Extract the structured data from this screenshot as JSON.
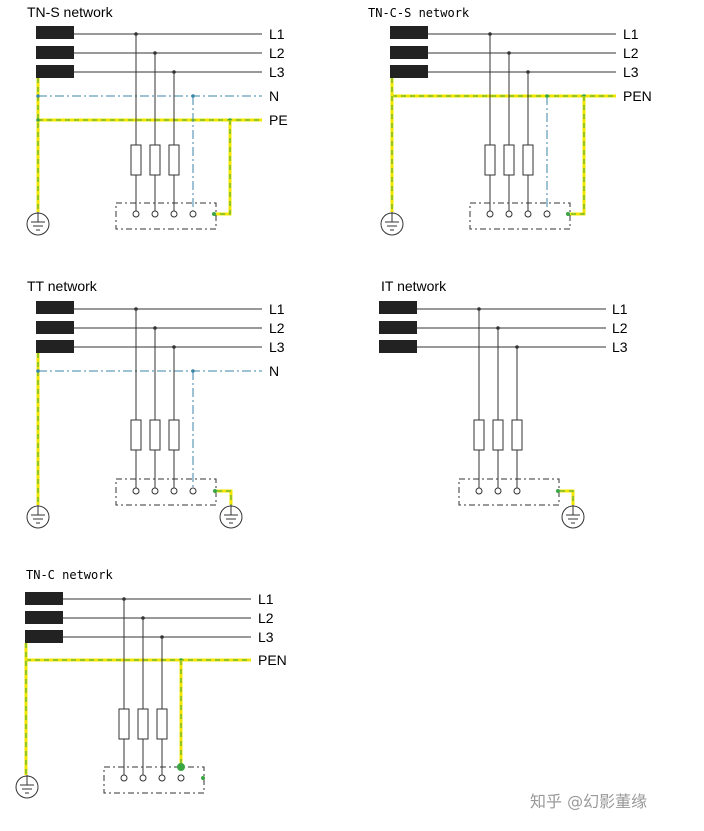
{
  "diagrams": {
    "tn_s": {
      "title": "TN-S network",
      "labels": [
        "L1",
        "L2",
        "L3",
        "N",
        "PE"
      ]
    },
    "tn_c_s": {
      "title": "TN-C-S network",
      "labels": [
        "L1",
        "L2",
        "L3",
        "PEN"
      ]
    },
    "tt": {
      "title": "TT network",
      "labels": [
        "L1",
        "L2",
        "L3",
        "N"
      ]
    },
    "it": {
      "title": "IT network",
      "labels": [
        "L1",
        "L2",
        "L3"
      ]
    },
    "tn_c": {
      "title": "TN-C network",
      "labels": [
        "L1",
        "L2",
        "L3",
        "PEN"
      ]
    }
  },
  "watermark": "知乎 @幻影董缘",
  "colors": {
    "phase": "#333333",
    "neutral": "#3a86a8",
    "pe_yellow": "#f2e600",
    "pe_green": "#3aa642",
    "transformer": "#222222"
  }
}
